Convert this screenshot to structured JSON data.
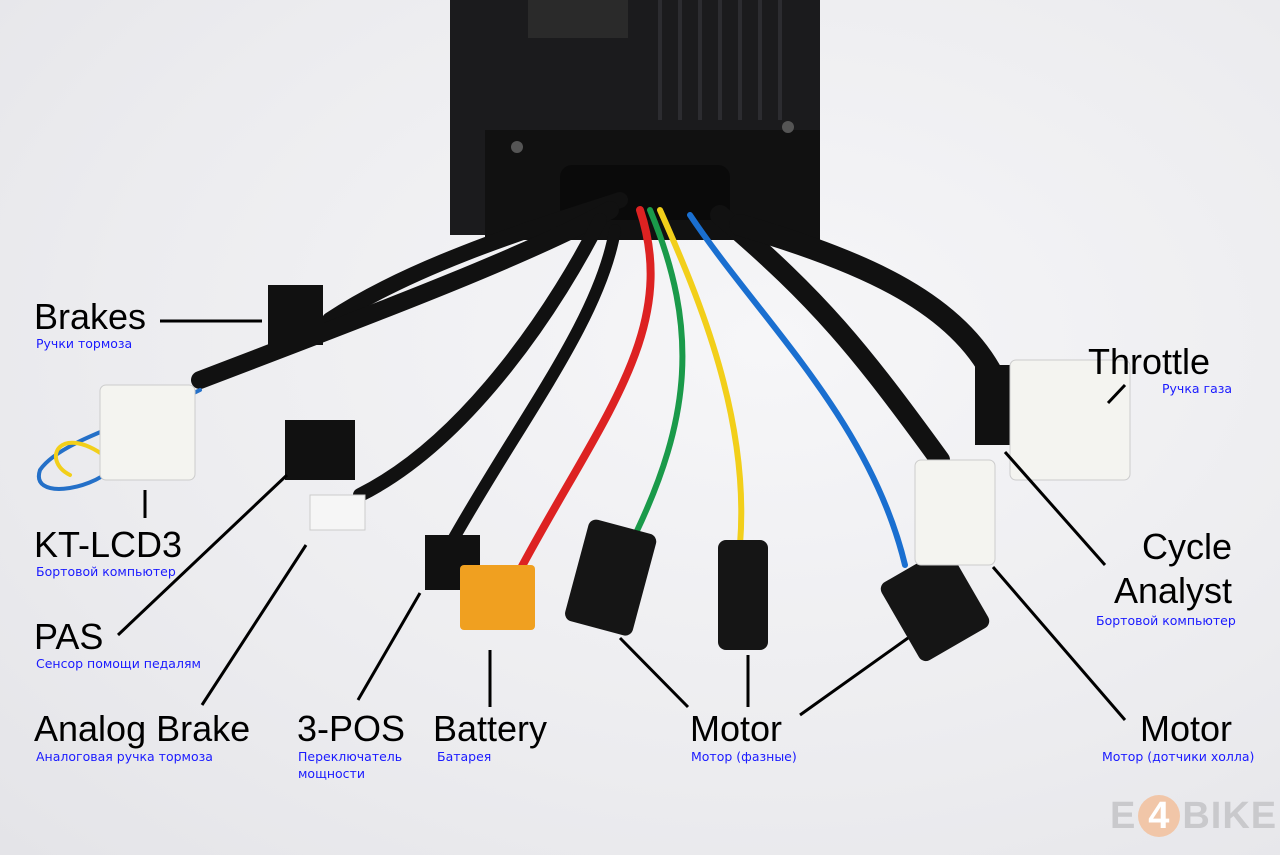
{
  "labels": {
    "brakes": {
      "title": "Brakes",
      "subtitle": "Ручки тормоза"
    },
    "kt_lcd3": {
      "title": "KT-LCD3",
      "subtitle": "Бортовой компьютер"
    },
    "pas": {
      "title": "PAS",
      "subtitle": "Сенсор помощи педалям"
    },
    "analog_brake": {
      "title": "Analog Brake",
      "subtitle": "Аналоговая ручка тормоза"
    },
    "three_pos": {
      "title": "3-POS",
      "subtitle_line1": "Переключатель",
      "subtitle_line2": "мощности"
    },
    "battery": {
      "title": "Battery",
      "subtitle": "Батарея"
    },
    "motor_phase": {
      "title": "Motor",
      "subtitle": "Мотор (фазные)"
    },
    "throttle": {
      "title": "Throttle",
      "subtitle": "Ручка газа"
    },
    "cycle_analyst": {
      "title_line1": "Cycle",
      "title_line2": "Analyst",
      "subtitle": "Бортовой компьютер"
    },
    "motor_hall": {
      "title": "Motor",
      "subtitle": "Мотор (дотчики холла)"
    }
  },
  "watermark": {
    "left": "E",
    "middle": "4",
    "right": "BIKE"
  },
  "colors": {
    "label_sub": "#1a1aff",
    "controller": "#1b1b1d",
    "xt60": "#f0a020"
  }
}
